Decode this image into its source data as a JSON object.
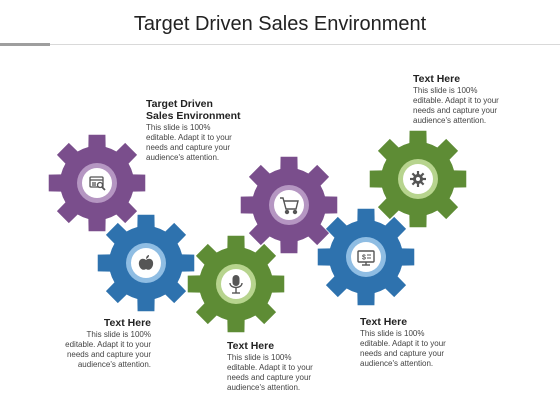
{
  "title": "Target Driven Sales Environment",
  "colors": {
    "purple": "#7a4e8c",
    "blue": "#2e72ae",
    "green": "#5e8c35",
    "title_bar": "#9e9e9e"
  },
  "gears": [
    {
      "id": "gear-1",
      "color": "purple",
      "icon": "browser-search-icon"
    },
    {
      "id": "gear-2",
      "color": "blue",
      "icon": "apple-icon"
    },
    {
      "id": "gear-3",
      "color": "green",
      "icon": "microphone-icon"
    },
    {
      "id": "gear-4",
      "color": "purple",
      "icon": "shopping-cart-icon"
    },
    {
      "id": "gear-5",
      "color": "blue",
      "icon": "dollar-screen-icon"
    },
    {
      "id": "gear-6",
      "color": "green",
      "icon": "cog-network-icon"
    }
  ],
  "blocks": [
    {
      "heading": "Target Driven\nSales Environment",
      "body": "This slide is 100%\neditable. Adapt it to your\nneeds and capture your\naudience's attention."
    },
    {
      "heading": "Text Here",
      "body": "This slide is 100%\neditable. Adapt it to your\nneeds and capture your\naudience's attention."
    },
    {
      "heading": "Text Here",
      "body": "This slide is 100%\neditable. Adapt it to your\nneeds and capture your\naudience's attention."
    },
    {
      "heading": "Text Here",
      "body": "This slide is 100%\neditable. Adapt it to your\nneeds and capture your\naudience's attention."
    },
    {
      "heading": "Text Here",
      "body": "This slide is 100%\neditable. Adapt it to your\nneeds and capture your\naudience's attention."
    }
  ]
}
